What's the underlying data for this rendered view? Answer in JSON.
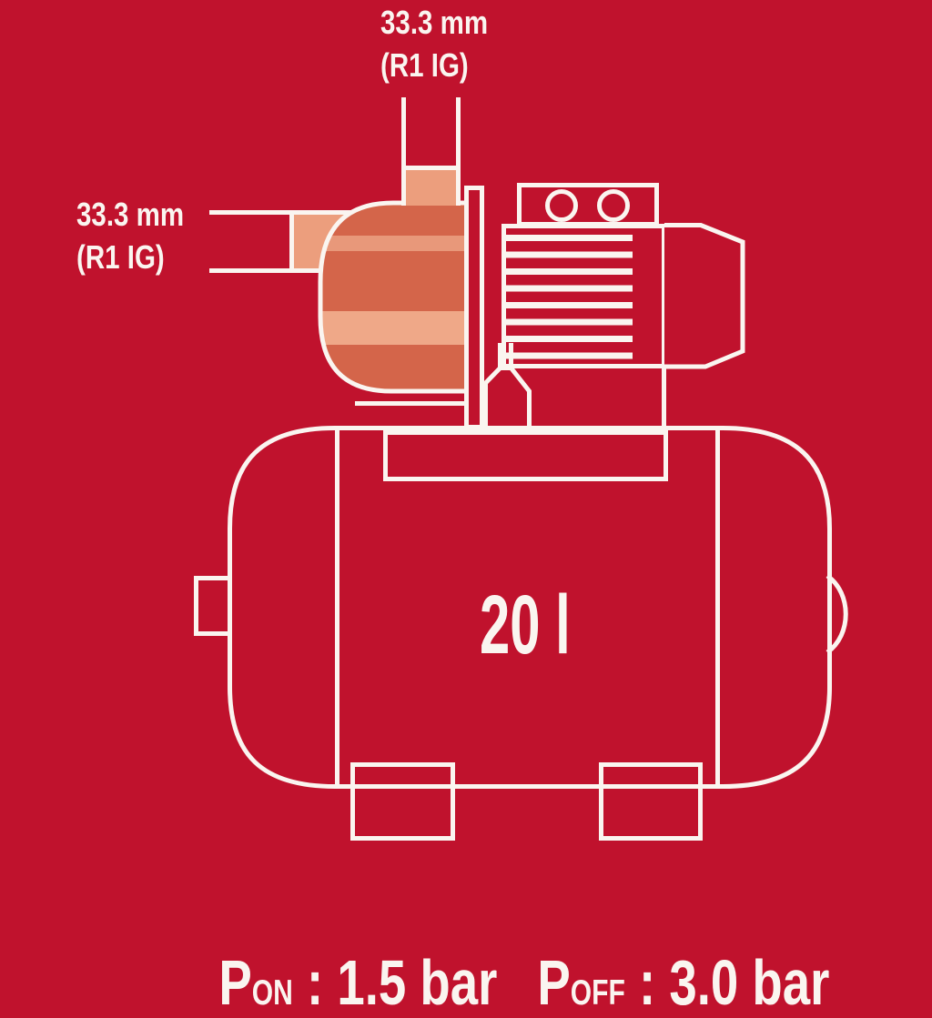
{
  "colors": {
    "background": "#C0122D",
    "line": "#FAF5F0",
    "pump_dark": "#D4654A",
    "pump_light_1": "#E8987A",
    "pump_light_2": "#EFA888",
    "port_fill": "#EC9E7D",
    "screw_fill": "#E89E80"
  },
  "labels": {
    "outlet_dimension": {
      "line1": "33.3 mm",
      "line2": "(R1 IG)"
    },
    "inlet_dimension": {
      "line1": "33.3 mm",
      "line2": "(R1 IG)"
    },
    "tank_capacity": "20 l",
    "pressure_on": {
      "symbol": "P",
      "subscript": "ON",
      "value": " : 1.5 bar"
    },
    "pressure_off": {
      "symbol": "P",
      "subscript": "OFF",
      "value": " : 3.0 bar"
    }
  }
}
